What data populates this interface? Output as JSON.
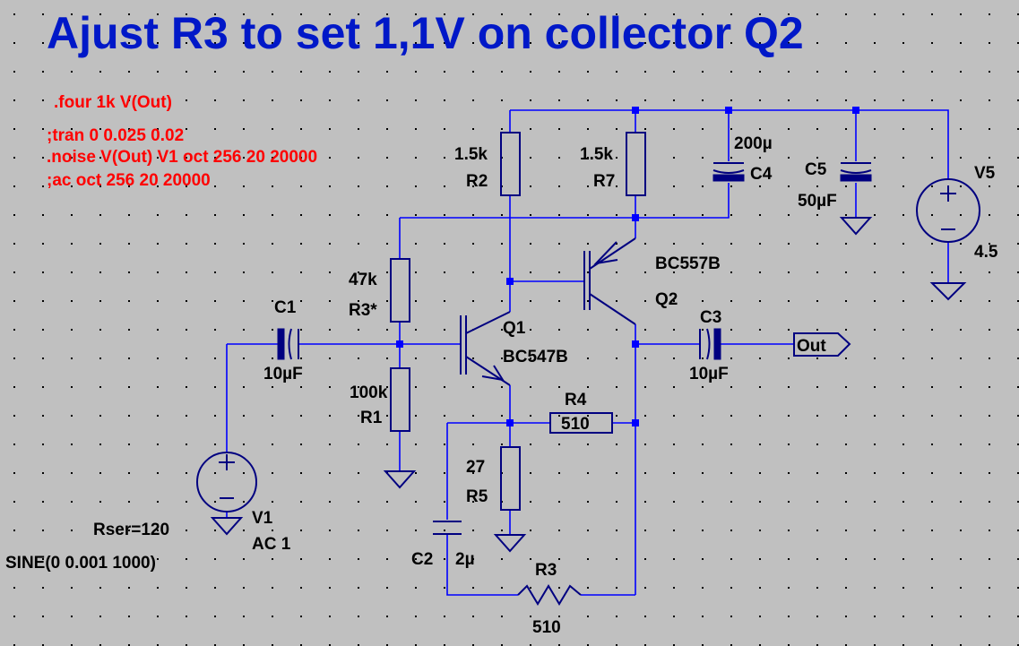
{
  "title": "Ajust R3 to set 1,1V on collector Q2",
  "directives": [
    ".four 1k V(Out)",
    ";tran 0 0.025 0.02",
    ".noise V(Out) V1 oct 256 20 20000",
    ";ac oct 256 20 20000"
  ],
  "components": {
    "R2": {
      "name": "R2",
      "value": "1.5k"
    },
    "R7": {
      "name": "R7",
      "value": "1.5k"
    },
    "C4": {
      "name": "C4",
      "value": "200µ"
    },
    "C5": {
      "name": "C5",
      "value": "50µF"
    },
    "V5": {
      "name": "V5",
      "value": "4.5"
    },
    "R3star": {
      "name": "R3*",
      "value": "47k"
    },
    "R1": {
      "name": "R1",
      "value": "100k"
    },
    "C1": {
      "name": "C1",
      "value": "10µF"
    },
    "Q1": {
      "name": "Q1",
      "value": "BC547B"
    },
    "Q2": {
      "name": "Q2",
      "value": "BC557B"
    },
    "C3": {
      "name": "C3",
      "value": "10µF"
    },
    "R4": {
      "name": "R4",
      "value": "510"
    },
    "R5": {
      "name": "R5",
      "value": "27"
    },
    "C2": {
      "name": "C2",
      "value": "2µ"
    },
    "R3": {
      "name": "R3",
      "value": "510"
    },
    "V1": {
      "name": "V1",
      "value": "AC 1",
      "series": "Rser=120",
      "source": "SINE(0 0.001 1000)"
    }
  },
  "out_label": "Out",
  "colors": {
    "background": "#c0c0c0",
    "wire": "#0000ff",
    "component": "#000080",
    "title": "#0018c8",
    "directive": "#ff0000"
  }
}
